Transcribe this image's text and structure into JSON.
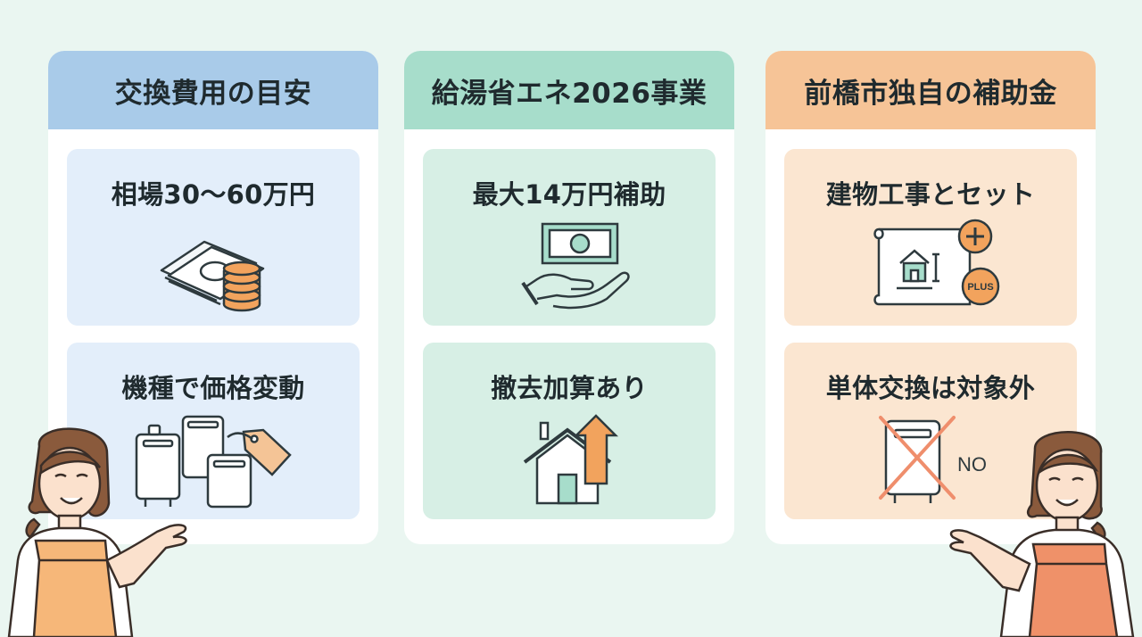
{
  "columns": [
    {
      "header": "交換費用の目安",
      "cards": [
        {
          "title": "相場30〜60万円",
          "icon": "money-coins-icon"
        },
        {
          "title": "機種で価格変動",
          "icon": "water-heaters-price-tag-icon"
        }
      ]
    },
    {
      "header": "給湯省エネ2026事業",
      "cards": [
        {
          "title": "最大14万円補助",
          "icon": "money-hand-icon"
        },
        {
          "title": "撤去加算あり",
          "icon": "house-arrow-up-icon"
        }
      ]
    },
    {
      "header": "前橋市独自の補助金",
      "cards": [
        {
          "title": "建物工事とセット",
          "icon": "blueprint-plus-icon",
          "badge": "PLUS"
        },
        {
          "title": "単体交換は対象外",
          "icon": "heater-crossed-icon",
          "badge": "NO"
        }
      ]
    }
  ],
  "colors": {
    "background": "#eaf6f1",
    "header_blue": "#a9cbe9",
    "header_green": "#a7ddcb",
    "header_orange": "#f6c497",
    "accent_orange": "#f2a35d"
  }
}
